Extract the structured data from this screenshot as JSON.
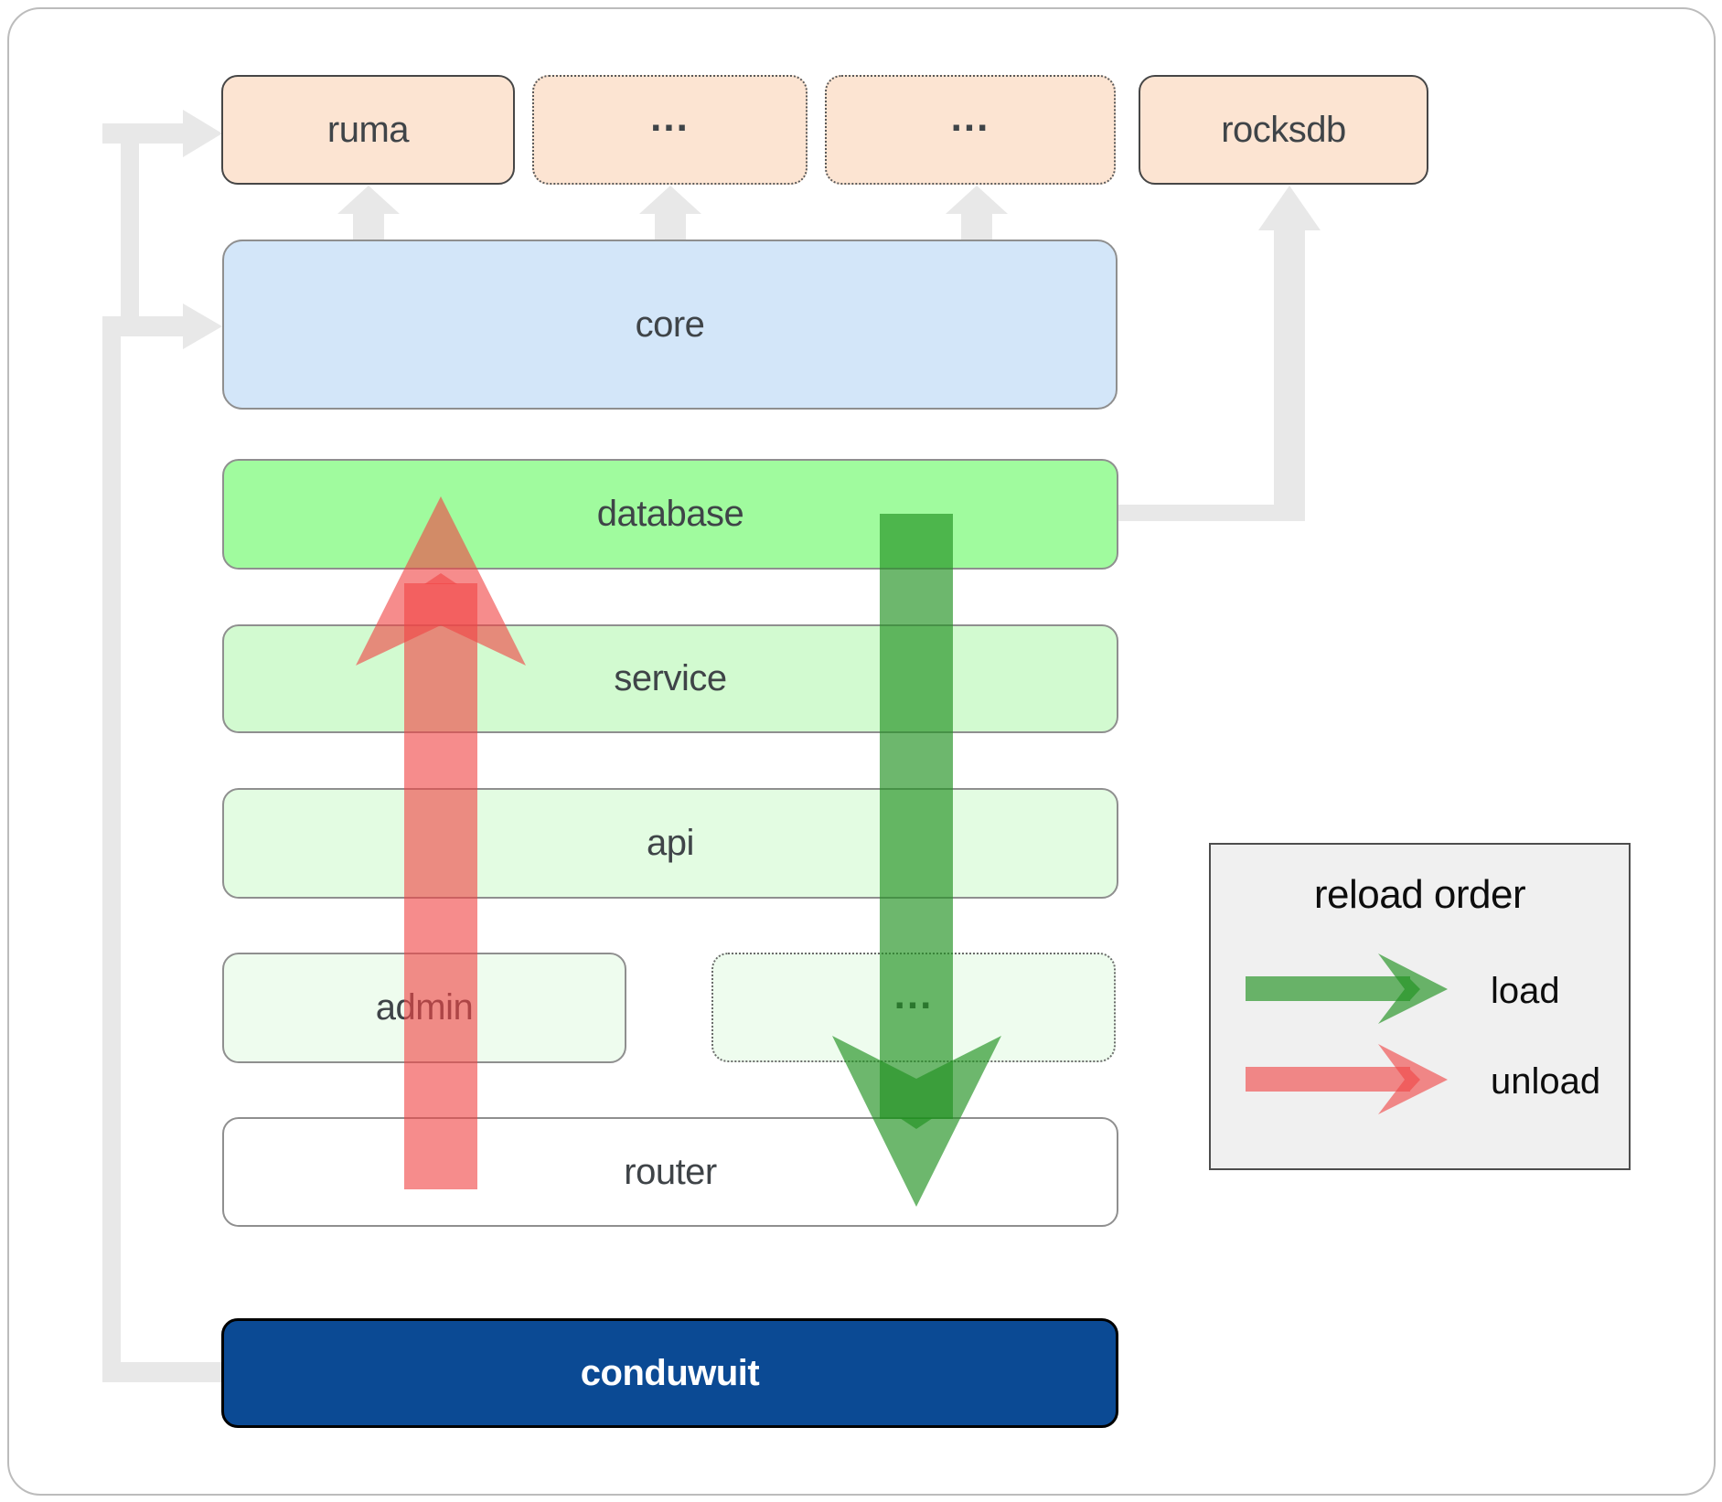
{
  "diagram": {
    "top_row": [
      {
        "label": "ruma"
      },
      {
        "label": "..."
      },
      {
        "label": "..."
      },
      {
        "label": "rocksdb"
      }
    ],
    "layers": [
      {
        "label": "core"
      },
      {
        "label": "database"
      },
      {
        "label": "service"
      },
      {
        "label": "api"
      }
    ],
    "admin_row": [
      {
        "label": "admin"
      },
      {
        "label": "..."
      }
    ],
    "router_label": "router",
    "app_label": "conduwuit"
  },
  "legend": {
    "title": "reload order",
    "items": [
      {
        "label": "load"
      },
      {
        "label": "unload"
      }
    ]
  },
  "colors": {
    "peach": "#fce4d2",
    "core": "#d3e6f9",
    "database": "#a0fb9e",
    "service": "#d2fad0",
    "api": "#e3fce2",
    "admin": "#eefcee",
    "router": "#ffffff",
    "conduwuit": "#0b4a94",
    "legend_bg": "#f0f0f0",
    "connector": "#e8e8e8",
    "arrow_green": "rgba(34,145,34,0.66)",
    "arrow_red": "rgba(240,70,70,0.62)"
  }
}
